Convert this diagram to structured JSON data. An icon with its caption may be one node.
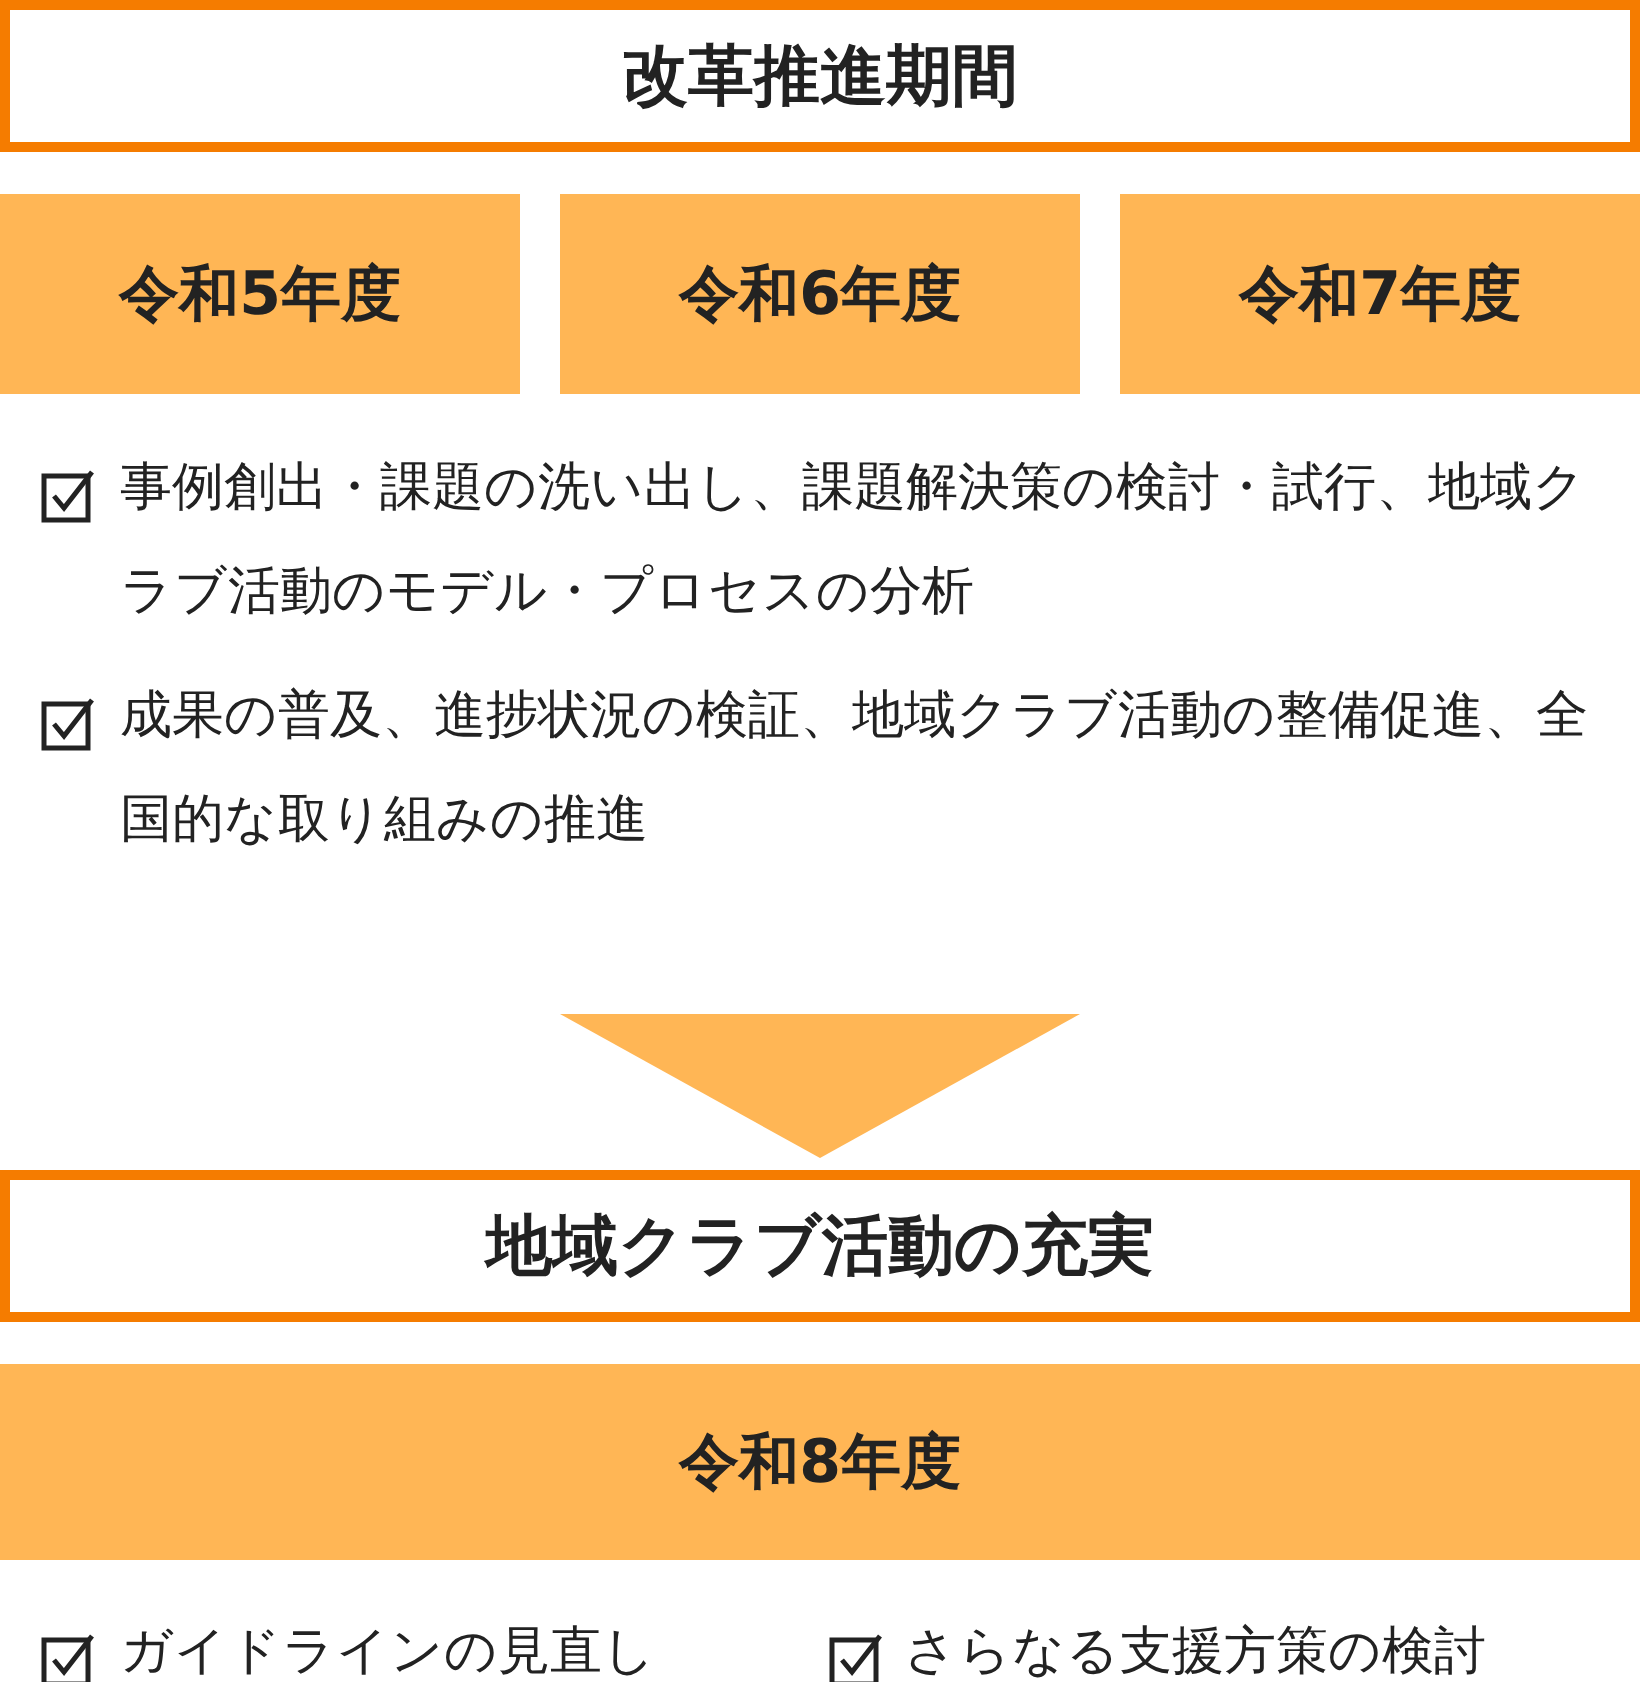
{
  "diagram": {
    "nodes": [
      {
        "text": [
          "改革推進期間"
        ]
      },
      {
        "text": [
          "令和5年度"
        ]
      },
      {
        "text": [
          "令和6年度"
        ]
      },
      {
        "text": [
          "令和7年度"
        ]
      },
      {
        "text": [
          "地域クラブ活動の充実"
        ]
      },
      {
        "text": [
          "令和8年度"
        ]
      }
    ],
    "edges": [
      {
        "from": null,
        "to": 4,
        "arrow": "to"
      }
    ],
    "labels": [
      "事例創出・課題の洗い出し、課題解決策の検討・試行、地域クラブ活動のモデル・プロセスの分析",
      "成果の普及、進捗状況の検証、地域クラブ活動の整備促進、全国的な取り組みの推進",
      "ガイドラインの見直し",
      "さらなる支援方策の検討"
    ]
  }
}
